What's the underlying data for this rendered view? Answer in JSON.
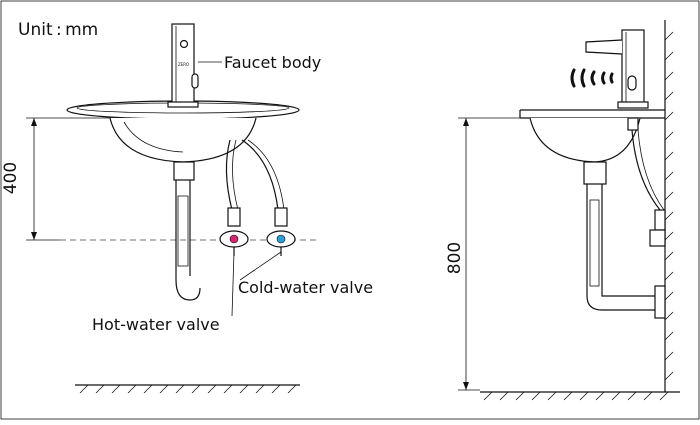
{
  "unit_label": "Unit : mm",
  "labels": {
    "faucet_body": "Faucet body",
    "cold_water_valve": "Cold-water valve",
    "hot_water_valve": "Hot-water valve"
  },
  "dimensions": {
    "height_valve": "400",
    "height_basin": "800"
  },
  "faucet_logo_text": "ZERO",
  "colors": {
    "hot": "#d6246e",
    "cold": "#2a9fd6",
    "line": "#111111"
  }
}
